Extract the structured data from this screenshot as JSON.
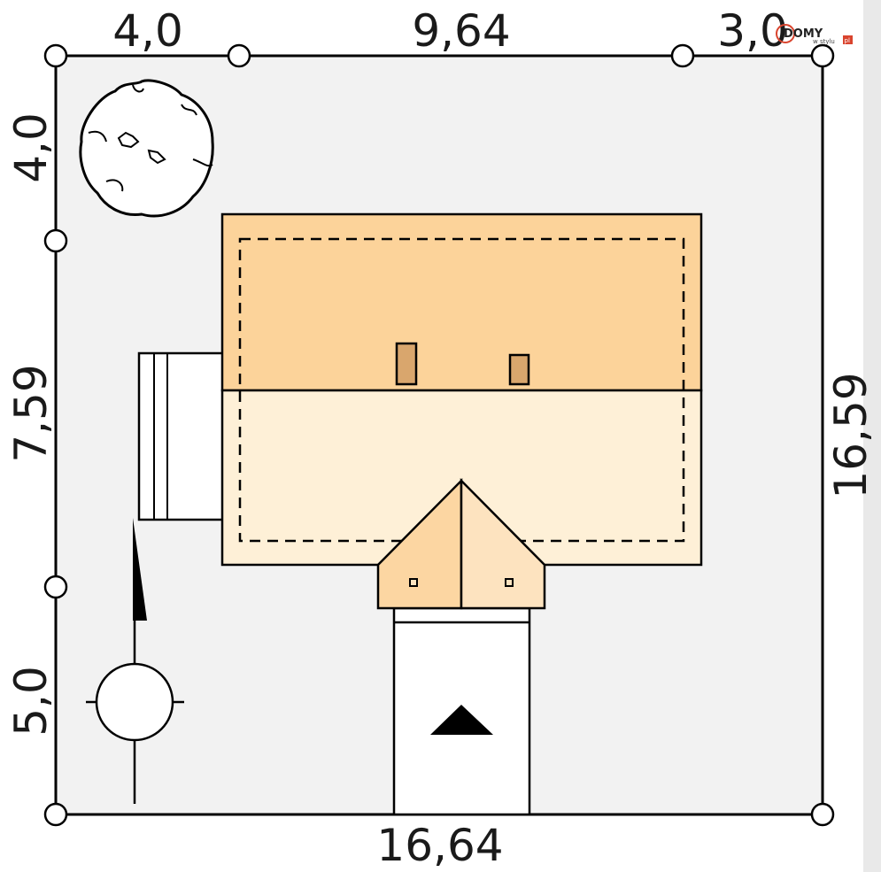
{
  "dimensions": {
    "top_left": "4,0",
    "top_middle": "9,64",
    "top_right": "3,0",
    "left_top": "4,0",
    "left_middle": "7,59",
    "left_bottom": "5,0",
    "right": "16,59",
    "bottom": "16,64"
  },
  "logo": {
    "brand": "DOMY",
    "sub": "w stylu",
    "tld": "pl"
  },
  "colors": {
    "plot_bg": "#f2f2f2",
    "roof_back": "#fcd39a",
    "roof_front": "#fef0d7",
    "dormer_left": "#fcd6a2",
    "dormer_right": "#fde3bf",
    "chimney": "#d9a66d",
    "logo_accent": "#d9442e",
    "line": "#000000"
  }
}
